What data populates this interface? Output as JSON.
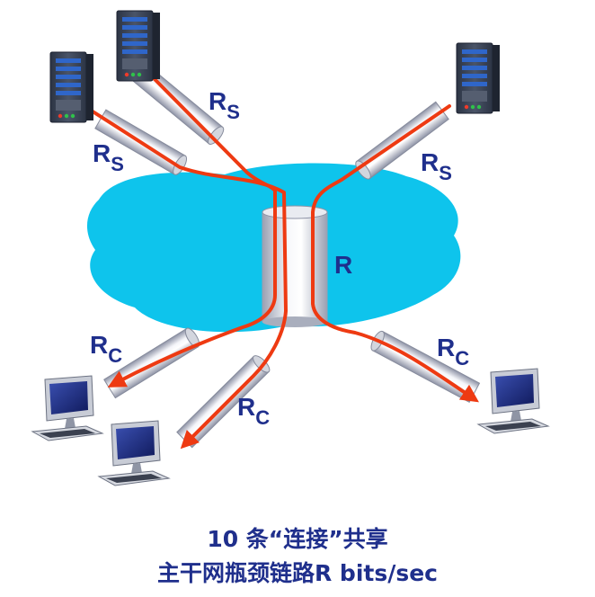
{
  "labels": {
    "server_link": "R",
    "server_link_sub": "S",
    "client_link": "R",
    "client_link_sub": "C",
    "bottleneck": "R"
  },
  "caption": {
    "line1": "10 条“连接”共享",
    "line2": "主干网瓶颈链路R bits/sec"
  },
  "colors": {
    "cloud": "#0ec4ec",
    "flow": "#ee3a12",
    "text": "#1f2f8c",
    "pipe": "#b5b9c8",
    "server_body": "#3c4558",
    "monitor_screen": "#1d2d82"
  },
  "icons": [
    "server-icon",
    "desktop-computer-icon",
    "network-cloud-icon",
    "pipe-link-icon"
  ]
}
